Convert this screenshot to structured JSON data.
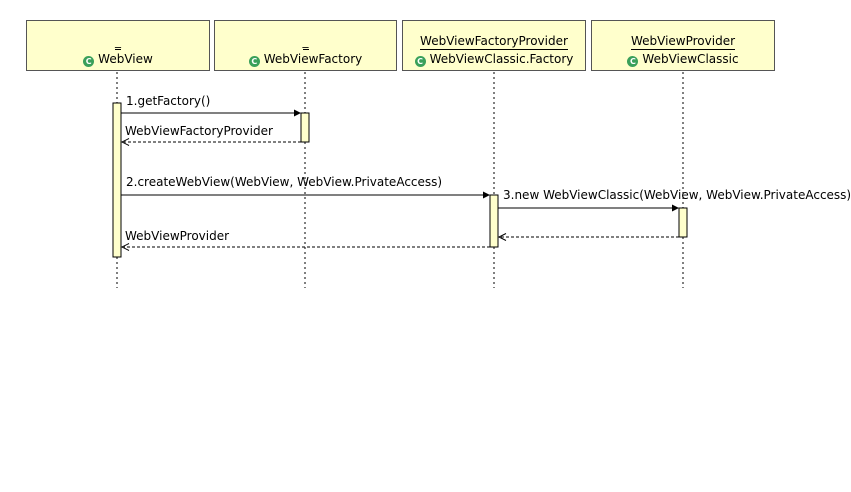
{
  "participants": [
    {
      "stereotype": "_",
      "name": "WebView",
      "icon": "class-c-icon"
    },
    {
      "stereotype": "_",
      "name": "WebViewFactory",
      "icon": "class-c-icon"
    },
    {
      "stereotype": "WebViewFactoryProvider",
      "name": "WebViewClassic.Factory",
      "icon": "class-c-icon"
    },
    {
      "stereotype": "WebViewProvider",
      "name": "WebViewClassic",
      "icon": "class-c-icon"
    }
  ],
  "messages": {
    "m1": "1.getFactory()",
    "r1": "WebViewFactoryProvider",
    "m2": "2.createWebView(WebView, WebView.PrivateAccess)",
    "m3": "3.new WebViewClassic(WebView, WebView.PrivateAccess)",
    "r2": "WebViewProvider"
  },
  "colors": {
    "participant_fill": "#ffffcc",
    "activation_fill": "#ffffcc",
    "icon_green": "#3aa05a",
    "line": "#000000"
  }
}
